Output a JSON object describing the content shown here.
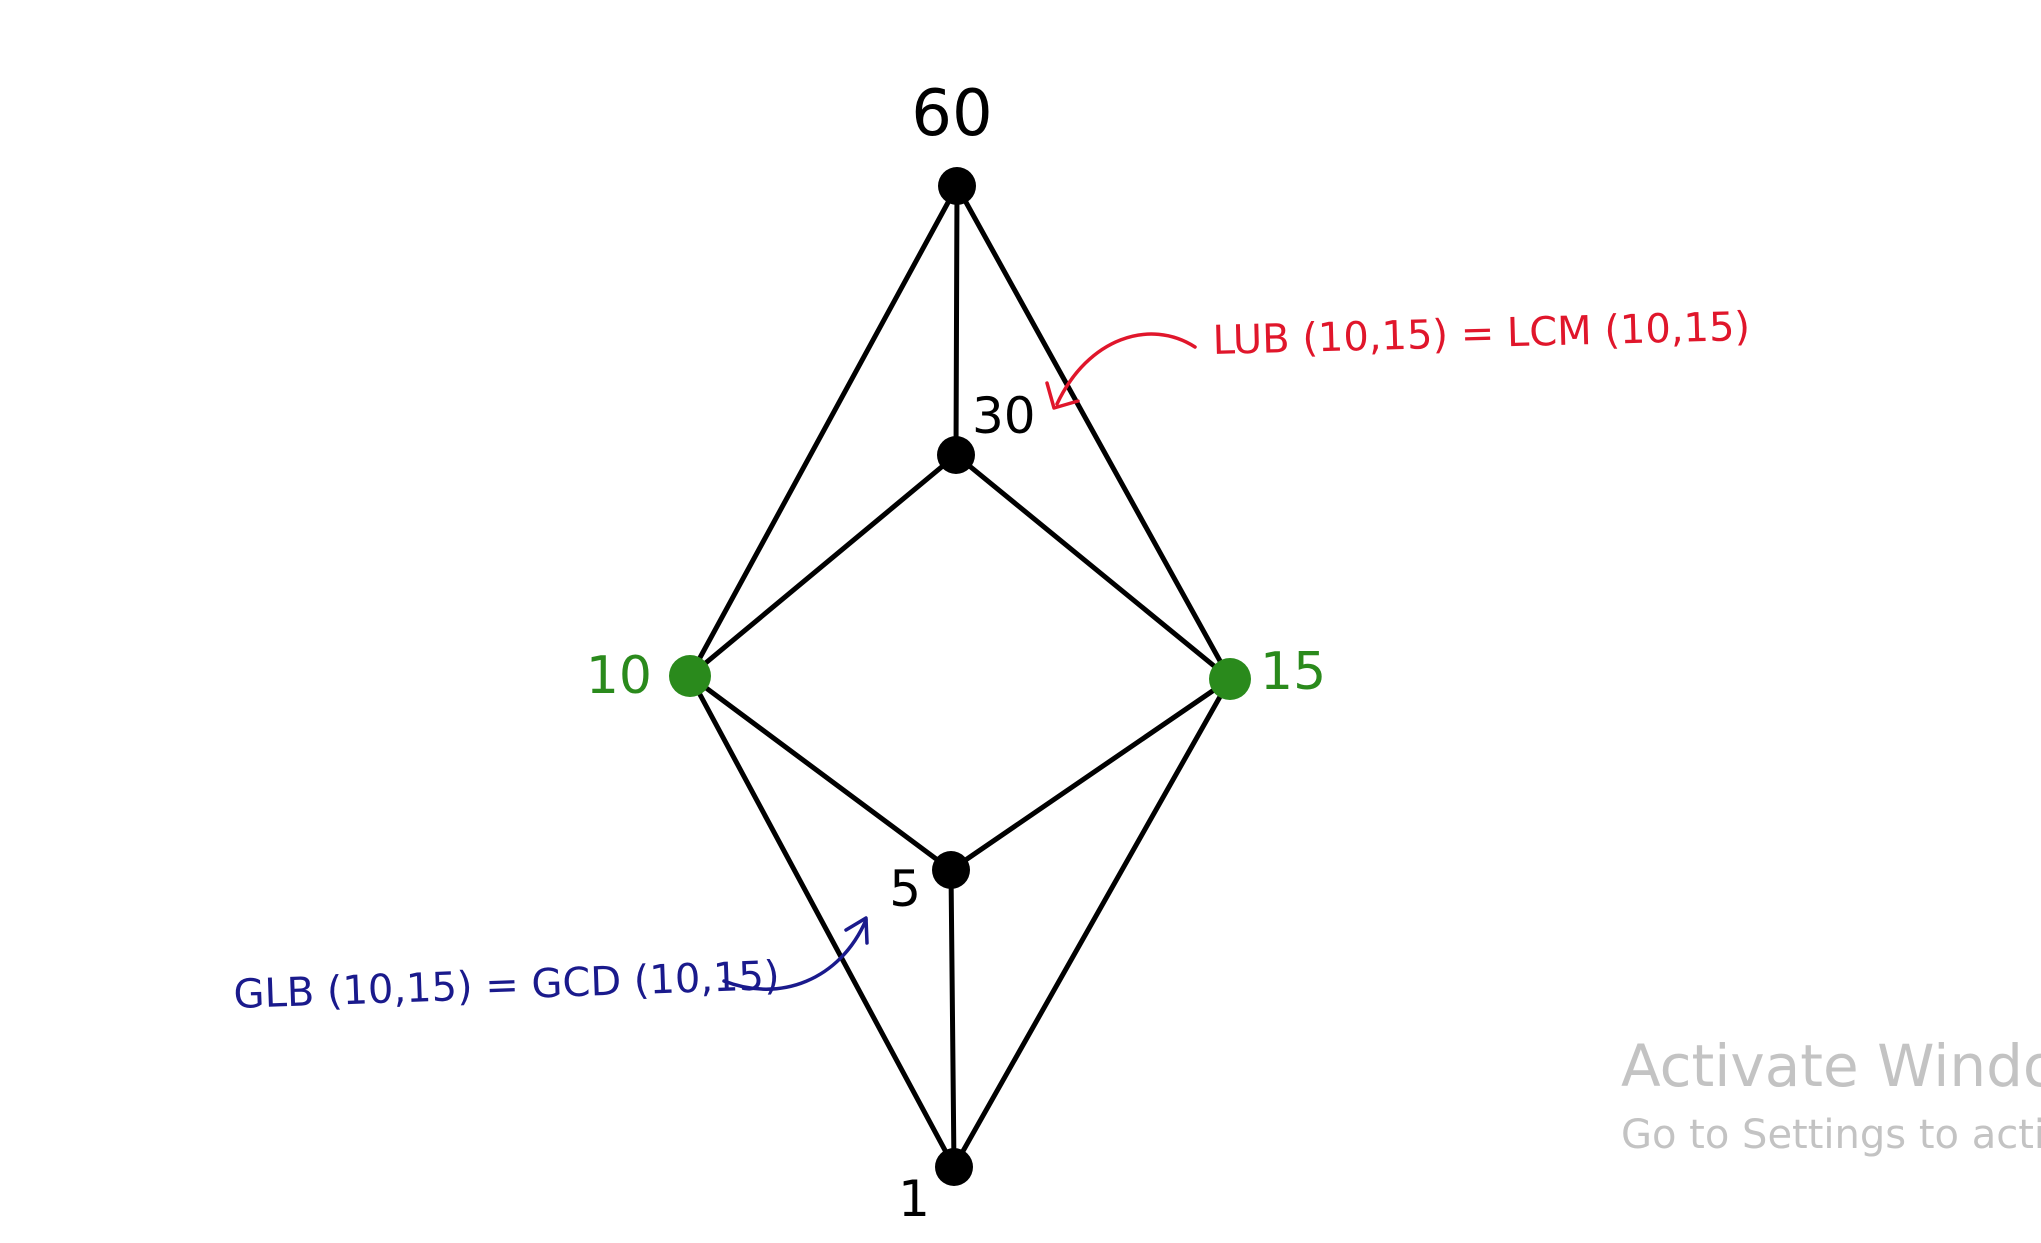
{
  "lattice": {
    "nodes": [
      {
        "id": "n60",
        "label": "60",
        "color": "#000000"
      },
      {
        "id": "n30",
        "label": "30",
        "color": "#000000"
      },
      {
        "id": "n10",
        "label": "10",
        "color": "#2a8a1c"
      },
      {
        "id": "n15",
        "label": "15",
        "color": "#2a8a1c"
      },
      {
        "id": "n5",
        "label": "5",
        "color": "#000000"
      },
      {
        "id": "n1",
        "label": "1",
        "color": "#000000"
      }
    ],
    "edges": [
      [
        "n60",
        "n10"
      ],
      [
        "n60",
        "n30"
      ],
      [
        "n60",
        "n15"
      ],
      [
        "n30",
        "n10"
      ],
      [
        "n30",
        "n15"
      ],
      [
        "n10",
        "n5"
      ],
      [
        "n15",
        "n5"
      ],
      [
        "n10",
        "n1"
      ],
      [
        "n5",
        "n1"
      ],
      [
        "n15",
        "n1"
      ]
    ]
  },
  "annotations": {
    "lub": {
      "text": "LUB (10,15) = LCM (10,15)",
      "color": "#e0162b"
    },
    "glb": {
      "text": "GLB (10,15) = GCD (10,15)",
      "color": "#1a1a8c"
    }
  },
  "watermark": {
    "title": "Activate Windows",
    "subtitle": "Go to Settings to activate Windows."
  }
}
